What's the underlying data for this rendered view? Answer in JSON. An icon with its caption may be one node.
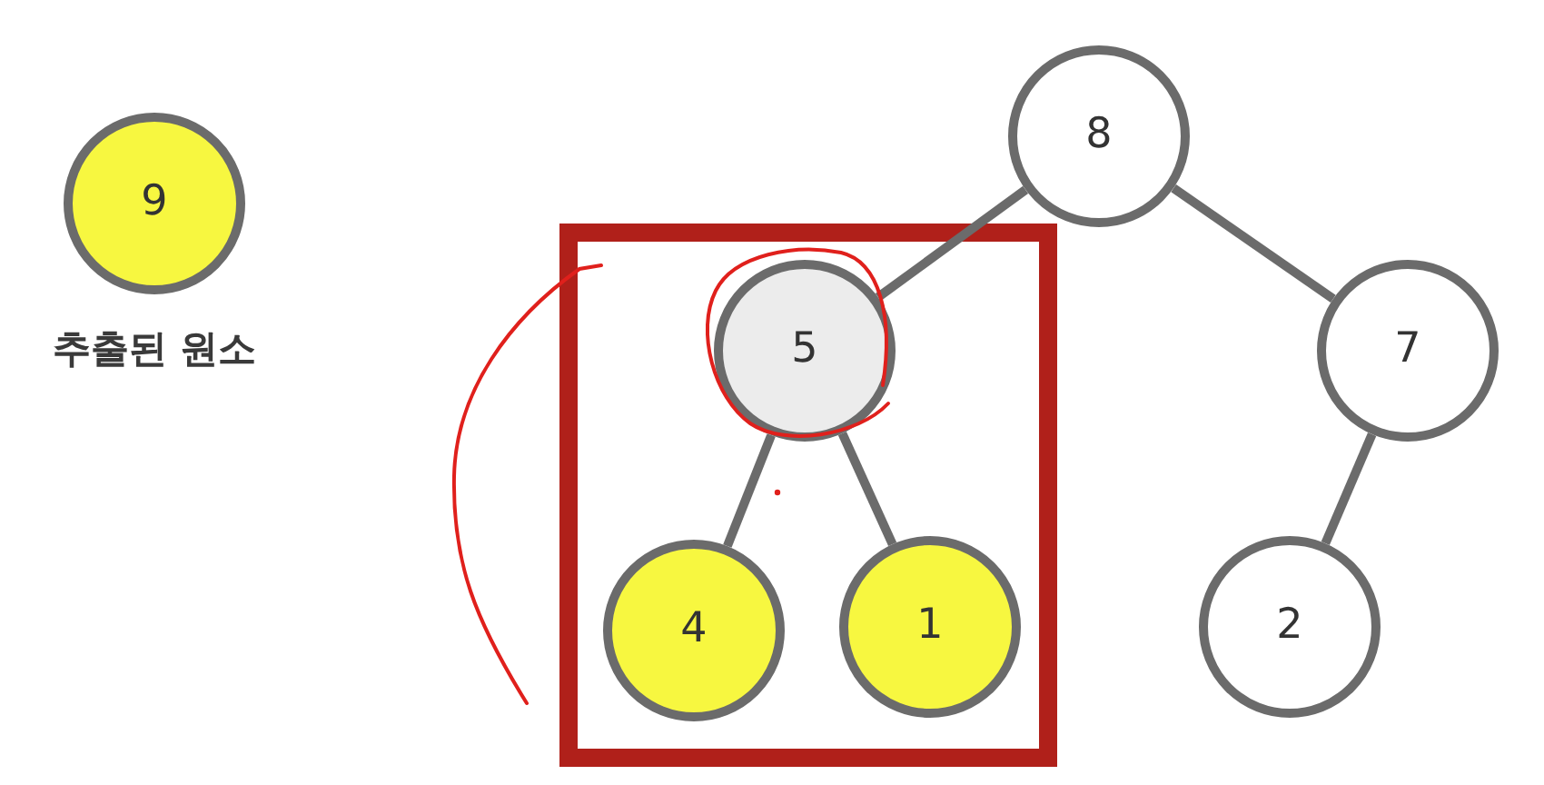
{
  "diagram": {
    "nodes": [
      {
        "text": [
          "9"
        ],
        "beside": [
          "추출된 원소"
        ]
      },
      {
        "text": [
          "8"
        ]
      },
      {
        "text": [
          "5"
        ]
      },
      {
        "text": [
          "7"
        ]
      },
      {
        "text": [
          "4"
        ]
      },
      {
        "text": [
          "1"
        ]
      },
      {
        "text": [
          "2"
        ]
      }
    ],
    "edges": [
      {
        "from": 1,
        "to": 2,
        "arrow": "none"
      },
      {
        "from": 1,
        "to": 3,
        "arrow": "none"
      },
      {
        "from": 2,
        "to": 4,
        "arrow": "none"
      },
      {
        "from": 2,
        "to": 5,
        "arrow": "none"
      },
      {
        "from": 3,
        "to": 6,
        "arrow": "none"
      }
    ]
  }
}
